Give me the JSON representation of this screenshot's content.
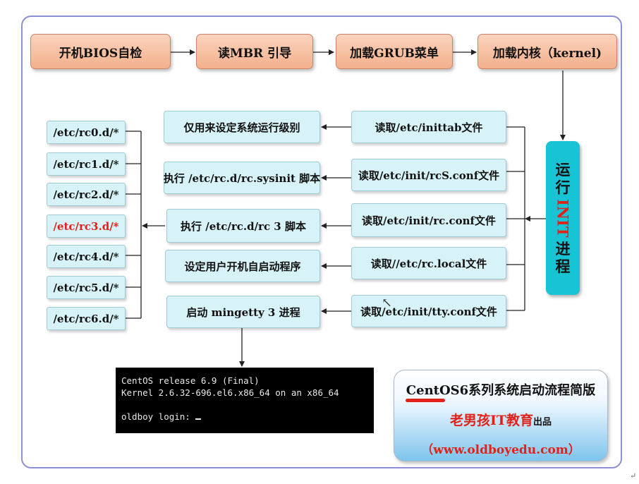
{
  "top_row": [
    "开机BIOS自检",
    "读MBR 引导",
    "加载GRUB菜单",
    "加载内核（kernel)"
  ],
  "init_process": [
    "运",
    "行",
    "INIT",
    "进",
    "程"
  ],
  "read_steps": [
    "读取/etc/inittab文件",
    "读取/etc/init/rcS.conf文件",
    "读取/etc/init/rc.conf文件",
    "读取//etc/rc.local文件",
    "读取/etc/init/tty.conf文件"
  ],
  "actions": [
    "仅用来设定系统运行级别",
    "执行 /etc/rc.d/rc.sysinit 脚本",
    "执行 /etc/rc.d/rc 3 脚本",
    "设定用户开机自启动程序",
    "启动 mingetty 3 进程"
  ],
  "runlevels": [
    "/etc/rc0.d/*",
    "/etc/rc1.d/*",
    "/etc/rc2.d/*",
    "/etc/rc3.d/*",
    "/etc/rc4.d/*",
    "/etc/rc5.d/*",
    "/etc/rc6.d/*"
  ],
  "terminal": {
    "line1": "CentOS release 6.9 (Final)",
    "line2": "Kernel 2.6.32-696.el6.x86_64 on an x86_64",
    "prompt": "oldboy login: "
  },
  "info": {
    "title": "CentOS6系列系统启动流程简版",
    "org": "老男孩IT教育",
    "org_suffix": "出品",
    "url": "（www.oldboyedu.com）"
  },
  "colors": {
    "highlight": "#e0221a",
    "init_box": "#18c4d3",
    "top_box": "#f3b08d",
    "mid_box": "#d7f3f8"
  }
}
